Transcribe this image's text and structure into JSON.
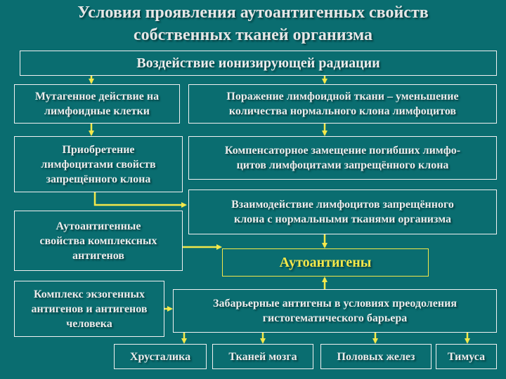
{
  "title": {
    "line1": "Условия проявления аутоантигенных свойств",
    "line2": "собственных тканей организма"
  },
  "boxes": {
    "radiation": "Воздействие ионизирующей радиации",
    "mutagen_l1": "Мутагенное действие на",
    "mutagen_l2": "лимфоидные клетки",
    "damage_l1": "Поражение лимфоидной ткани – уменьшение",
    "damage_l2": "количества нормального клона лимфоцитов",
    "acquire_l1": "Приобретение",
    "acquire_l2": "лимфоцитами свойств",
    "acquire_l3": "запрещённого клона",
    "compensate_l1": "Компенсаторное замещение погибших лимфо-",
    "compensate_l2": "цитов лимфоцитами запрещённого клона",
    "interaction_l1": "Взаимодействие лимфоцитов запрещённого",
    "interaction_l2": "клона с нормальными тканями организма",
    "complex_auto_l1": "Аутоантигенные",
    "complex_auto_l2": "свойства комплексных",
    "complex_auto_l3": "антигенов",
    "autoantigens": "Аутоантигены",
    "exo_l1": "Комплекс экзогенных",
    "exo_l2": "антигенов и антигенов",
    "exo_l3": "человека",
    "barrier_l1": "Забарьерные антигены в условиях преодоления",
    "barrier_l2": "гистогематического барьера",
    "lens": "Хрусталика",
    "brain": "Тканей мозга",
    "gonads": "Половых желез",
    "thymus": "Тимуса"
  },
  "colors": {
    "background": "#0a6d70",
    "arrow": "#f4e84a",
    "text": "#ececec",
    "highlight": "#f4e84a"
  }
}
